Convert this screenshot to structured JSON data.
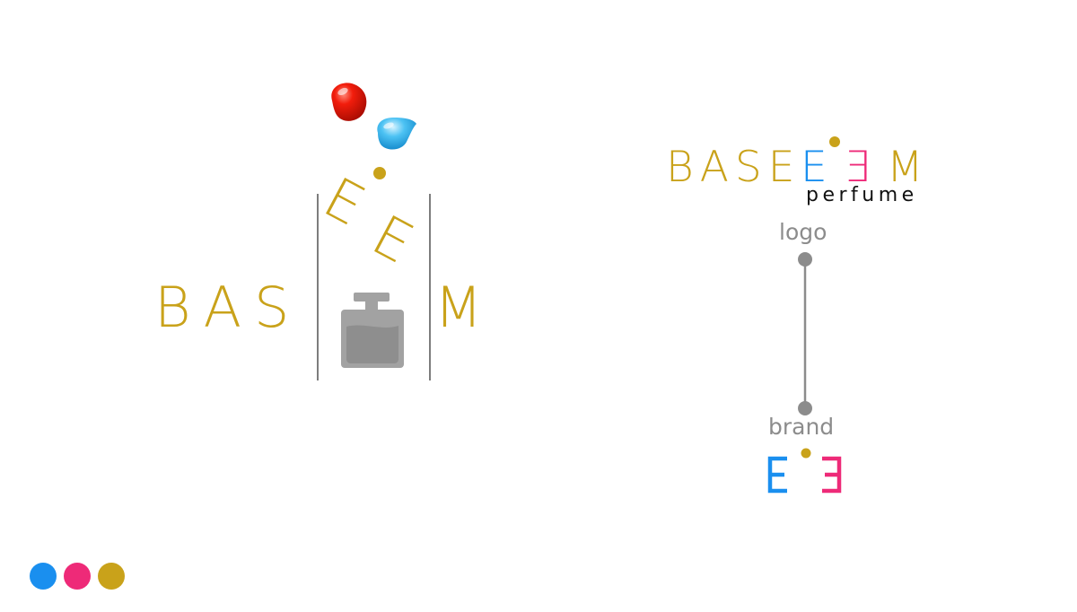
{
  "left_art": {
    "bas": "BAS",
    "e": "E",
    "m": "M"
  },
  "logo": {
    "part1": "BASE",
    "e_letter": "E",
    "reversed_e": "Ǝ",
    "m": "M",
    "subtitle": "perfume",
    "label": "logo"
  },
  "brand": {
    "label": "brand"
  },
  "colors": {
    "gold": "#c9a21a",
    "blue": "#1a8fef",
    "pink": "#ee2a78",
    "gray": "#8c8c8c",
    "bottle": "#a2a2a2",
    "bottle_fill": "#8e8e8e"
  }
}
